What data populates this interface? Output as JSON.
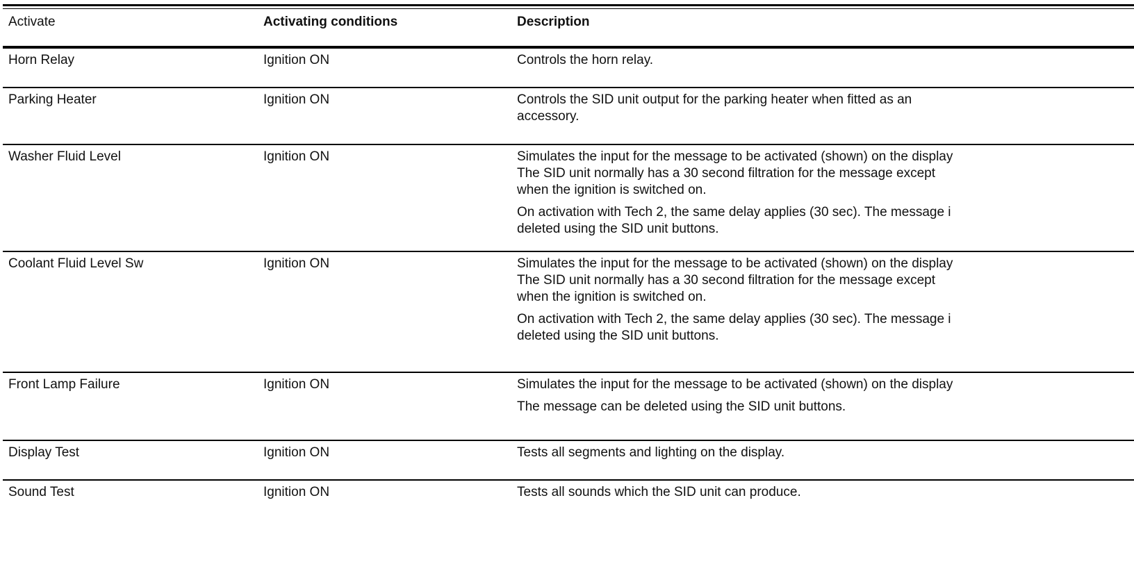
{
  "table": {
    "headers": {
      "activate": "Activate",
      "conditions": "Activating conditions",
      "description": "Description"
    },
    "rows": [
      {
        "activate": "Horn Relay",
        "conditions": "Ignition ON",
        "description": [
          "Controls the horn relay."
        ]
      },
      {
        "activate": "Parking Heater",
        "conditions": "Ignition ON",
        "description": [
          "Controls the SID unit output for the parking heater when fitted as an\naccessory."
        ]
      },
      {
        "activate": "Washer Fluid Level",
        "conditions": "Ignition ON",
        "description": [
          "Simulates the input for the message to be activated (shown) on the display\nThe SID unit normally has a 30 second filtration for the message except\nwhen the ignition is switched on.",
          "On activation with Tech 2, the same delay applies (30 sec). The message i\ndeleted using the SID unit buttons."
        ]
      },
      {
        "activate": "Coolant Fluid Level Sw",
        "conditions": "Ignition ON",
        "description": [
          "Simulates the input for the message to be activated (shown) on the display\nThe SID unit normally has a 30 second filtration for the message except\nwhen the ignition is switched on.",
          "On activation with Tech 2, the same delay applies (30 sec). The message i\ndeleted using the SID unit buttons."
        ]
      },
      {
        "activate": "Front Lamp Failure",
        "conditions": "Ignition ON",
        "description": [
          "Simulates the input for the message to be activated (shown) on the display",
          "The message can be deleted using the SID unit buttons."
        ]
      },
      {
        "activate": "Display Test",
        "conditions": "Ignition ON",
        "description": [
          "Tests all segments and lighting on the display."
        ]
      },
      {
        "activate": "Sound Test",
        "conditions": "Ignition ON",
        "description": [
          "Tests all sounds which the SID unit can produce."
        ]
      }
    ]
  }
}
